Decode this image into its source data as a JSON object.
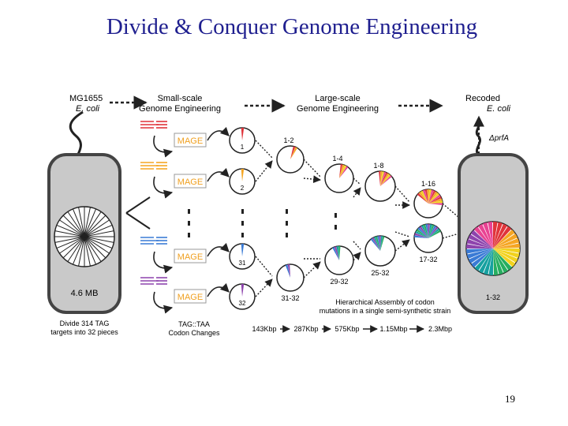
{
  "title": "Divide & Conquer Genome Engineering",
  "page_number": "19",
  "figure": {
    "top_flow": {
      "start": [
        "MG1655",
        "E. coli"
      ],
      "small": [
        "Small-scale",
        "Genome Engineering"
      ],
      "large": [
        "Large-scale",
        "Genome Engineering"
      ],
      "end": [
        "Recoded",
        "E. coli"
      ],
      "deletion": "ΔprfA"
    },
    "left_cell": {
      "size": "4.6 MB",
      "caption": [
        "Divide 314 TAG",
        "targets into 32 pieces"
      ]
    },
    "right_cell": {
      "label": "1-32"
    },
    "mage_label": "MAGE",
    "mage_rows": [
      {
        "number": "1",
        "color": "#e0343a"
      },
      {
        "number": "2",
        "color": "#f5a623"
      },
      {
        "number": "31",
        "color": "#3a7bd5"
      },
      {
        "number": "32",
        "color": "#8e44ad"
      }
    ],
    "codon_changes": [
      "TAG::TAA",
      "Codon Changes"
    ],
    "level_labels": {
      "l1_top": "1-2",
      "l1_bot": "31-32",
      "l2_top": "1-4",
      "l2_bot": "29-32",
      "l3_top": "1-8",
      "l3_bot": "25-32",
      "l4_top": "1-16",
      "l4_bot": "17-32"
    },
    "assembly_caption": [
      "Hierarchical Assembly of codon",
      "mutations in a single semi-synthetic strain"
    ],
    "sizes": [
      "143Kbp",
      "287Kbp",
      "575Kbp",
      "1.15Mbp",
      "2.3Mbp"
    ],
    "colors": {
      "wedge_red": "#e0343a",
      "wedge_orange": "#f5a623",
      "wedge_yellow": "#f1d21e",
      "wedge_green": "#27ae60",
      "wedge_teal": "#16a0a0",
      "wedge_blue": "#3a7bd5",
      "wedge_purple": "#8e44ad",
      "wedge_pink": "#e84393",
      "mage_text": "#f0a020"
    }
  }
}
